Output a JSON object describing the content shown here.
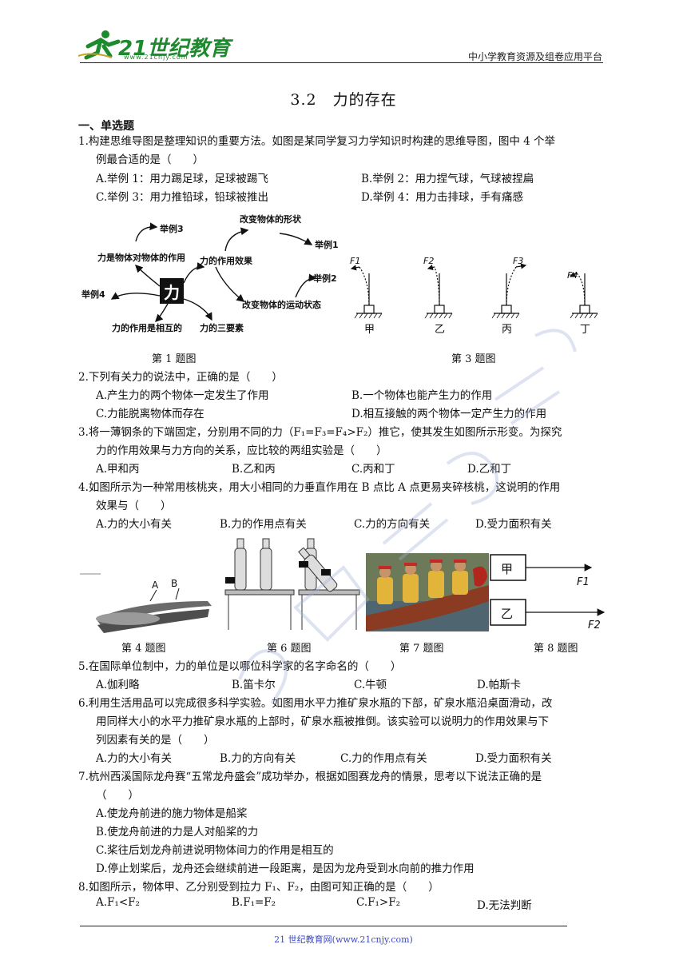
{
  "header": {
    "logo_text": "21世纪教育",
    "logo_url": "www.21cnjy.com",
    "platform": "中小学教育资源及组卷应用平台"
  },
  "title": "3.2　力的存在",
  "section": "一、单选题",
  "q1": {
    "stem_l1": "1.构建思维导图是整理知识的重要方法。如图是某同学复习力学知识时构建的思维导图，图中 4 个举",
    "stem_l2": "例最合适的是（　　）",
    "A": "A.举例 1：用力踢足球，足球被踢飞",
    "B": "B.举例 2：用力捏气球，气球被捏扁",
    "C": "C.举例 3：用力推铅球，铅球被推出",
    "D": "D.举例 4：用力击排球，手有痛感"
  },
  "mindmap": {
    "center": "力",
    "n1": "举例3",
    "n2": "改变物体的形状",
    "n3": "举例1",
    "n4": "力是物体对物体的作用",
    "n5": "力的作用效果",
    "n6": "举例2",
    "n7": "举例4",
    "n8": "改变物体的运动状态",
    "n9": "力的作用是相互的",
    "n10": "力的三要素"
  },
  "fig3": {
    "labels": [
      "甲",
      "乙",
      "丙",
      "丁"
    ],
    "forces": [
      "F1",
      "F2",
      "F3",
      "F4"
    ]
  },
  "captions": {
    "fig1": "第 1 题图",
    "fig3": "第 3 题图",
    "fig4": "第 4 题图",
    "fig6": "第 6 题图",
    "fig7": "第 7 题图",
    "fig8": "第 8 题图"
  },
  "q2": {
    "stem": "2.下列有关力的说法中，正确的是（　　）",
    "A": "A.产生力的两个物体一定发生了作用",
    "B": "B.一个物体也能产生力的作用",
    "C": "C.力能脱离物体而存在",
    "D": "D.相互接触的两个物体一定产生力的作用"
  },
  "q3": {
    "stem_l1": "3.将一薄钢条的下端固定，分别用不同的力（F₁=F₃=F₄>F₂）推它，使其发生如图所示形变。为探究",
    "stem_l2": "力的作用效果与力方向的关系，应比较的两组实验是（　　）",
    "A": "A.甲和丙",
    "B": "B.乙和丙",
    "C": "C.丙和丁",
    "D": "D.乙和丁"
  },
  "q4": {
    "stem_l1": "4.如图所示为一种常用核桃夹，用大小相同的力垂直作用在 B 点比 A 点更易夹碎核桃，这说明的作用",
    "stem_l2": "效果与（　　）",
    "A": "A.力的大小有关",
    "B": "B.力的作用点有关",
    "C": "C.力的方向有关",
    "D": "D.受力面积有关",
    "label_a": "A",
    "label_b": "B"
  },
  "fig8": {
    "box1": "甲",
    "box2": "乙",
    "f1": "F1",
    "f2": "F2"
  },
  "q5": {
    "stem": "5.在国际单位制中，力的单位是以哪位科学家的名字命名的（　　）",
    "A": "A.伽利略",
    "B": "B.笛卡尔",
    "C": "C.牛顿",
    "D": "D.帕斯卡"
  },
  "q6": {
    "stem_l1": "6.利用生活用品可以完成很多科学实验。如图用水平力推矿泉水瓶的下部，矿泉水瓶沿桌面滑动，改",
    "stem_l2": "用同样大小的水平力推矿泉水瓶的上部时，矿泉水瓶被推倒。该实验可以说明力的作用效果与下",
    "stem_l3": "列因素有关的是（　　）",
    "A": "A.力的大小有关",
    "B": "B.力的方向有关",
    "C": "C.力的作用点有关",
    "D": "D.受力面积有关"
  },
  "q7": {
    "stem_l1": "7.杭州西溪国际龙舟赛“五常龙舟盛会”成功举办，根据如图赛龙舟的情景，思考以下说法正确的是",
    "stem_l2": "（　　）",
    "A": "A.使龙舟前进的施力物体是船桨",
    "B": "B.使龙舟前进的力是人对船桨的力",
    "C": "C.桨往后划龙舟前进说明物体间力的作用是相互的",
    "D": "D.停止划桨后，龙舟还会继续前进一段距离，是因为龙舟受到水向前的推力作用"
  },
  "q8": {
    "stem": "8.如图所示，物体甲、乙分别受到拉力 F₁、F₂，由图可知正确的是（　　）",
    "A": "A.F₁<F₂",
    "B": "B.F₁=F₂",
    "C": "C.F₁>F₂",
    "D": "D.无法判断"
  },
  "footer": "21 世纪教育网(www.21cnjy.com)",
  "colors": {
    "logo": "#1e8a2e",
    "footer": "#3b48c8",
    "watermark": "#9fb0d8"
  }
}
